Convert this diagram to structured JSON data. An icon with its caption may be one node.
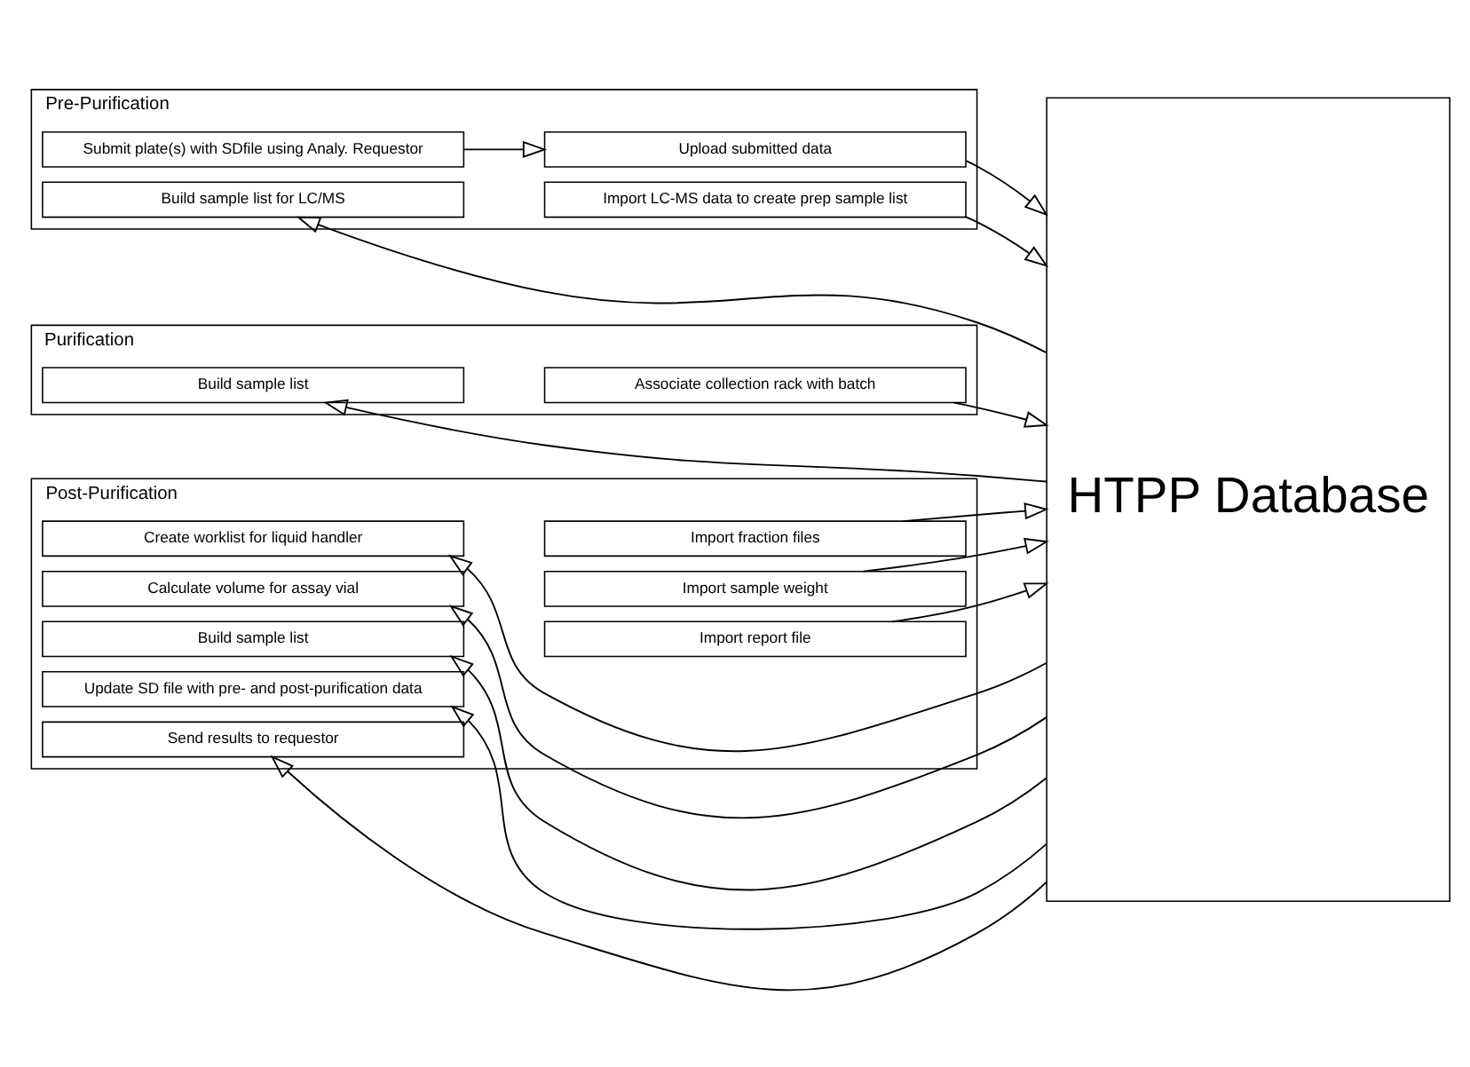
{
  "diagram": {
    "nodes": [
      {
        "text": [
          "Pre-Purification"
        ]
      },
      {
        "text": [
          "Submit plate(s) with SDfile using Analy. Requestor"
        ],
        "in": 0
      },
      {
        "text": [
          "Upload submitted data"
        ],
        "in": 0
      },
      {
        "text": [
          "Build sample list for LC/MS"
        ],
        "in": 0
      },
      {
        "text": [
          "Import LC-MS data to create prep sample list"
        ],
        "in": 0
      },
      {
        "text": [
          "Purification"
        ]
      },
      {
        "text": [
          "Associate collection rack with batch"
        ],
        "in": 5
      },
      {
        "text": [
          "Build sample list"
        ],
        "in": 5
      },
      {
        "text": [
          "Post-Purification"
        ]
      },
      {
        "text": [
          "Import fraction files"
        ],
        "in": 8
      },
      {
        "text": [
          "Create worklist for liquid handler"
        ],
        "in": 8
      },
      {
        "text": [
          "Import sample weight"
        ],
        "in": 8
      },
      {
        "text": [
          "Calculate volume for assay vial"
        ],
        "in": 8
      },
      {
        "text": [
          "Build sample list"
        ],
        "in": 8
      },
      {
        "text": [
          "Import report file"
        ],
        "in": 8
      },
      {
        "text": [
          "Update SD file with pre- and post-purification data"
        ],
        "in": 8
      },
      {
        "text": [
          "Send results to requestor"
        ],
        "in": 8
      },
      {
        "text": [
          "HTPP Database"
        ]
      }
    ],
    "edges": [
      {
        "from": 1,
        "to": 2,
        "arrow": "to"
      },
      {
        "from": 2,
        "to": 17,
        "arrow": "to"
      },
      {
        "from": 17,
        "to": 3,
        "arrow": "to"
      },
      {
        "from": 4,
        "to": 17,
        "arrow": "to"
      },
      {
        "from": 6,
        "to": 17,
        "arrow": "to"
      },
      {
        "from": 17,
        "to": 7,
        "arrow": "to"
      },
      {
        "from": 9,
        "to": 17,
        "arrow": "to"
      },
      {
        "from": 17,
        "to": 10,
        "arrow": "to"
      },
      {
        "from": 11,
        "to": 17,
        "arrow": "to"
      },
      {
        "from": 17,
        "to": 12,
        "arrow": "to"
      },
      {
        "from": 17,
        "to": 13,
        "arrow": "to"
      },
      {
        "from": 14,
        "to": 17,
        "arrow": "to"
      },
      {
        "from": 17,
        "to": 15,
        "arrow": "to"
      },
      {
        "from": 17,
        "to": 16,
        "arrow": "to"
      }
    ]
  }
}
